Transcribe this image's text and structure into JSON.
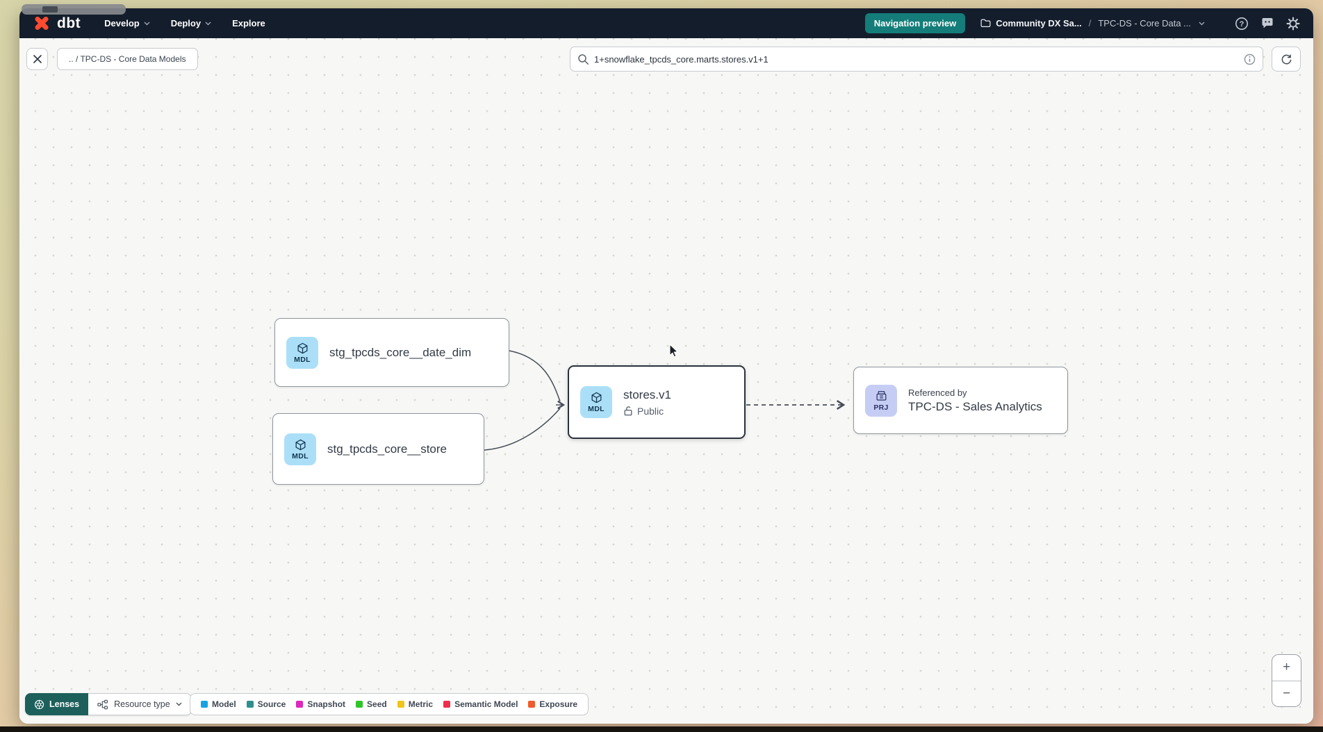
{
  "colors": {
    "topbar_bg": "#141d2b",
    "accent_orange": "#ff4a2f",
    "badge_teal": "#147d79",
    "lenses_teal": "#1d5f5b",
    "selected_node_border": "#2a313c",
    "model_icon_bg": "#abdff7",
    "project_icon_bg": "#c6cdf4",
    "canvas_bg": "#f7f7f5"
  },
  "topbar": {
    "logo_text": "dbt",
    "nav": [
      {
        "label": "Develop"
      },
      {
        "label": "Deploy"
      },
      {
        "label": "Explore"
      }
    ],
    "preview_badge": "Navigation preview",
    "account_breadcrumb": "Community DX Sa...",
    "breadcrumb_separator": "/",
    "project_breadcrumb": "TPC-DS - Core Data ...",
    "icons": [
      "folder-icon",
      "chevron-down-icon",
      "help-icon",
      "feedback-icon",
      "gear-icon"
    ]
  },
  "toolbar": {
    "breadcrumb_chip": ".. / TPC-DS - Core Data Models",
    "search_value": "1+snowflake_tpcds_core.marts.stores.v1+1",
    "icons": [
      "close-icon",
      "search-icon",
      "info-icon",
      "refresh-icon"
    ]
  },
  "graph": {
    "nodes": [
      {
        "badge": "MDL",
        "label": "stg_tpcds_core__date_dim"
      },
      {
        "badge": "MDL",
        "label": "stg_tpcds_core__store"
      },
      {
        "badge": "MDL",
        "label": "stores.v1",
        "access": "Public",
        "selected": true
      },
      {
        "badge": "PRJ",
        "kicker": "Referenced by",
        "label": "TPC-DS - Sales Analytics"
      }
    ]
  },
  "legend": {
    "lenses_label": "Lenses",
    "resource_type_label": "Resource type",
    "items": [
      {
        "label": "Model",
        "color": "#17a3e3"
      },
      {
        "label": "Source",
        "color": "#2f8f8d"
      },
      {
        "label": "Snapshot",
        "color": "#df26be"
      },
      {
        "label": "Seed",
        "color": "#2fc529"
      },
      {
        "label": "Metric",
        "color": "#f0c419"
      },
      {
        "label": "Semantic Model",
        "color": "#ee2e4d"
      },
      {
        "label": "Exposure",
        "color": "#f05c2d"
      }
    ]
  },
  "zoom_controls": {
    "zoom_in": "+",
    "zoom_out": "−"
  }
}
